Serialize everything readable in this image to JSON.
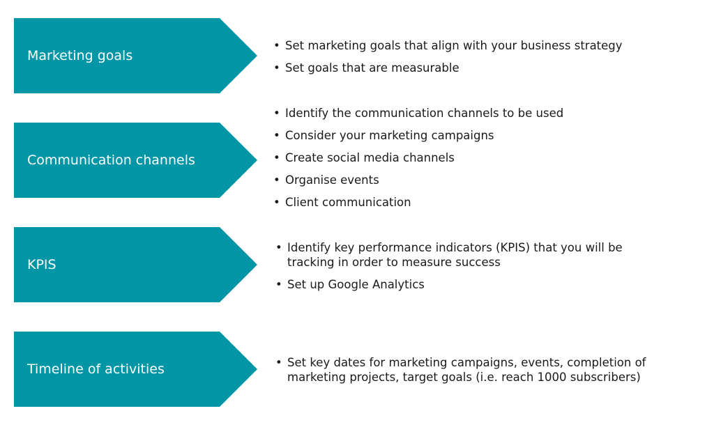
{
  "accent_color": "#0196a6",
  "sections": [
    {
      "label": "Marketing goals",
      "bullets": [
        "Set marketing goals that align with your business strategy",
        "Set goals that are measurable"
      ]
    },
    {
      "label": "Communication channels",
      "bullets": [
        "Identify the communication channels to be used",
        "Consider your marketing campaigns",
        "Create social media channels",
        "Organise events",
        "Client communication"
      ]
    },
    {
      "label": "KPIS",
      "bullets": [
        [
          "Identify key performance indicators (KPIS) that you will be",
          "tracking in order to measure success"
        ],
        "Set up Google Analytics"
      ]
    },
    {
      "label": "Timeline of activities",
      "bullets": [
        [
          "Set key dates for marketing campaigns, events, completion of",
          "marketing projects, target goals (i.e. reach 1000 subscribers)"
        ]
      ]
    }
  ]
}
